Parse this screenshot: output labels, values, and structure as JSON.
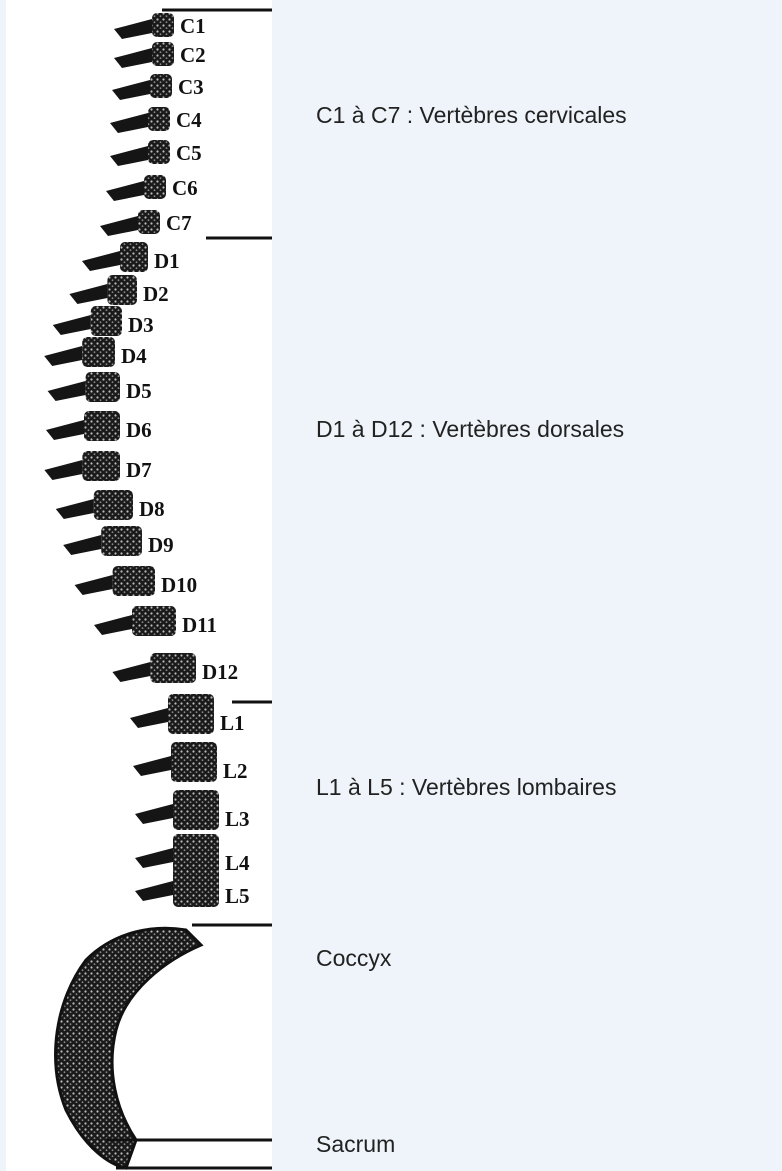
{
  "vertebrae": {
    "cervical": [
      "C1",
      "C2",
      "C3",
      "C4",
      "C5",
      "C6",
      "C7"
    ],
    "dorsal": [
      "D1",
      "D2",
      "D3",
      "D4",
      "D5",
      "D6",
      "D7",
      "D8",
      "D9",
      "D10",
      "D11",
      "D12"
    ],
    "lumbar": [
      "L1",
      "L2",
      "L3",
      "L4",
      "L5"
    ]
  },
  "regions": {
    "cervical": "C1 à C7 : Vertèbres cervicales",
    "dorsal": "D1 à D12 : Vertèbres dorsales",
    "lumbar": "L1 à L5 : Vertèbres lombaires",
    "coccyx": "Coccyx",
    "sacrum": "Sacrum"
  },
  "colors": {
    "background": "#eef4f9",
    "figure_background": "#ffffff",
    "bone": "#111111",
    "text": "#222222"
  }
}
